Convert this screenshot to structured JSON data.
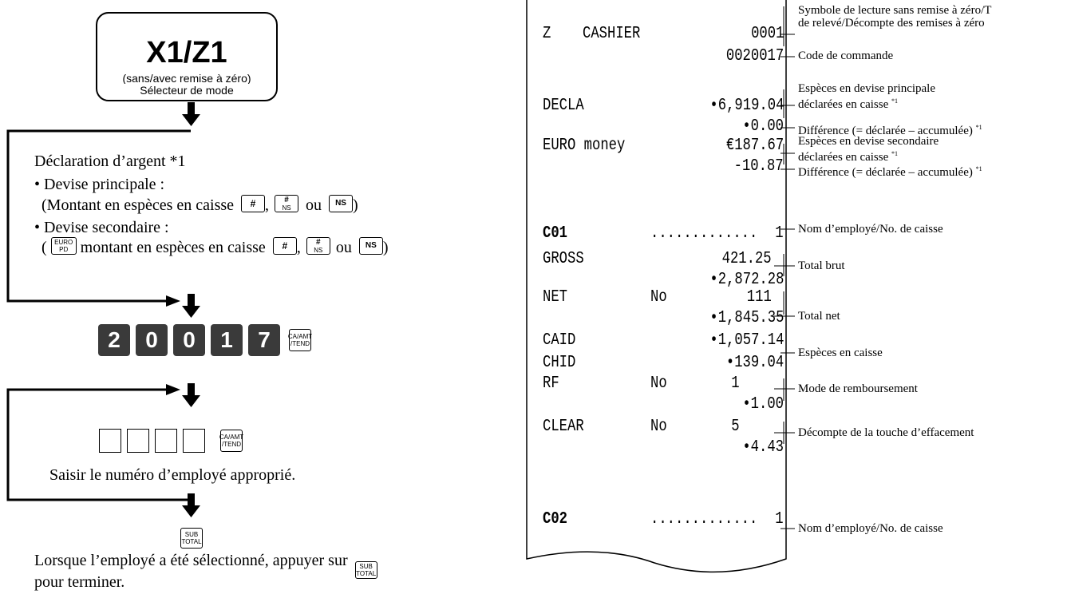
{
  "flow": {
    "mode_title": "X1/Z1",
    "mode_subtitle": "(sans/avec remise à zéro)",
    "mode_selector": "Sélecteur de mode",
    "declaration": "Déclaration d’argent *1",
    "main_currency_label": "• Devise principale :",
    "main_currency_line": "(Montant en espèces en caisse",
    "secondary_currency_label": "• Devise secondaire :",
    "secondary_currency_line_a": "(",
    "secondary_currency_line_b": "montant en espèces en caisse",
    "sep_comma": ",",
    "or_word": "ou",
    "close_paren": ")",
    "code_digits": [
      "2",
      "0",
      "0",
      "1",
      "7"
    ],
    "employee_instruction": "Saisir le numéro d’employé approprié.",
    "final_line_1": "Lorsque l’employé a été sélectionné, appuyer sur",
    "final_line_2": "pour terminer."
  },
  "keys": {
    "hash": "#",
    "hash_ns_top": "#",
    "hash_ns_bottom": "NS",
    "ns": "NS",
    "euro_pd_top": "EURO",
    "euro_pd_bottom": "PD",
    "ca_amt_top": "CA/AMT",
    "ca_amt_bottom": "/TEND",
    "sub_total_top": "SUB",
    "sub_total_bottom": "TOTAL"
  },
  "receipt": {
    "header_left": "Z",
    "header_mid": "CASHIER",
    "header_right": "0001",
    "order_code": "0020017",
    "rows": [
      {
        "label": "DECLA",
        "mid": "",
        "value": "•6,919.04"
      },
      {
        "label": "",
        "mid": "",
        "value": "•0.00"
      },
      {
        "label": "EURO money",
        "mid": "",
        "value": "€187.67"
      },
      {
        "label": "",
        "mid": "",
        "value": "-10.87"
      },
      {
        "label": "C01",
        "mid": ".............",
        "value": "1"
      },
      {
        "label": "GROSS",
        "mid": "",
        "value": "421.25"
      },
      {
        "label": "",
        "mid": "",
        "value": "•2,872.28"
      },
      {
        "label": "NET",
        "mid": "No",
        "value": "111"
      },
      {
        "label": "",
        "mid": "",
        "value": "•1,845.35"
      },
      {
        "label": "CAID",
        "mid": "",
        "value": "•1,057.14"
      },
      {
        "label": "CHID",
        "mid": "",
        "value": "•139.04"
      },
      {
        "label": "RF",
        "mid": "No",
        "value": "1"
      },
      {
        "label": "",
        "mid": "",
        "value": "•1.00"
      },
      {
        "label": "CLEAR",
        "mid": "No",
        "value": "5"
      },
      {
        "label": "",
        "mid": "",
        "value": "•4.43"
      },
      {
        "label": "C02",
        "mid": ".............",
        "value": "1"
      }
    ]
  },
  "notes": {
    "n1a": "Symbole de lecture sans remise à zéro/T",
    "n1b": "de relevé/Décompte des remises à zéro",
    "n2": "Code de commande",
    "n3a": "Espèces en devise principale",
    "n3b": "déclarées en caisse",
    "n4": "Différence (= déclarée – accumulée)",
    "n5a": "Espèces en devise secondaire",
    "n5b": "déclarées en caisse",
    "n6": "Différence (= déclarée – accumulée)",
    "n7": "Nom d’employé/No. de caisse",
    "n8": "Total brut",
    "n9": "Total net",
    "n10": "Espèces en caisse",
    "n11": "Mode de remboursement",
    "n12": "Décompte de la touche d’effacement",
    "n13": "Nom d’employé/No. de caisse",
    "footnote_mark": "*1"
  }
}
